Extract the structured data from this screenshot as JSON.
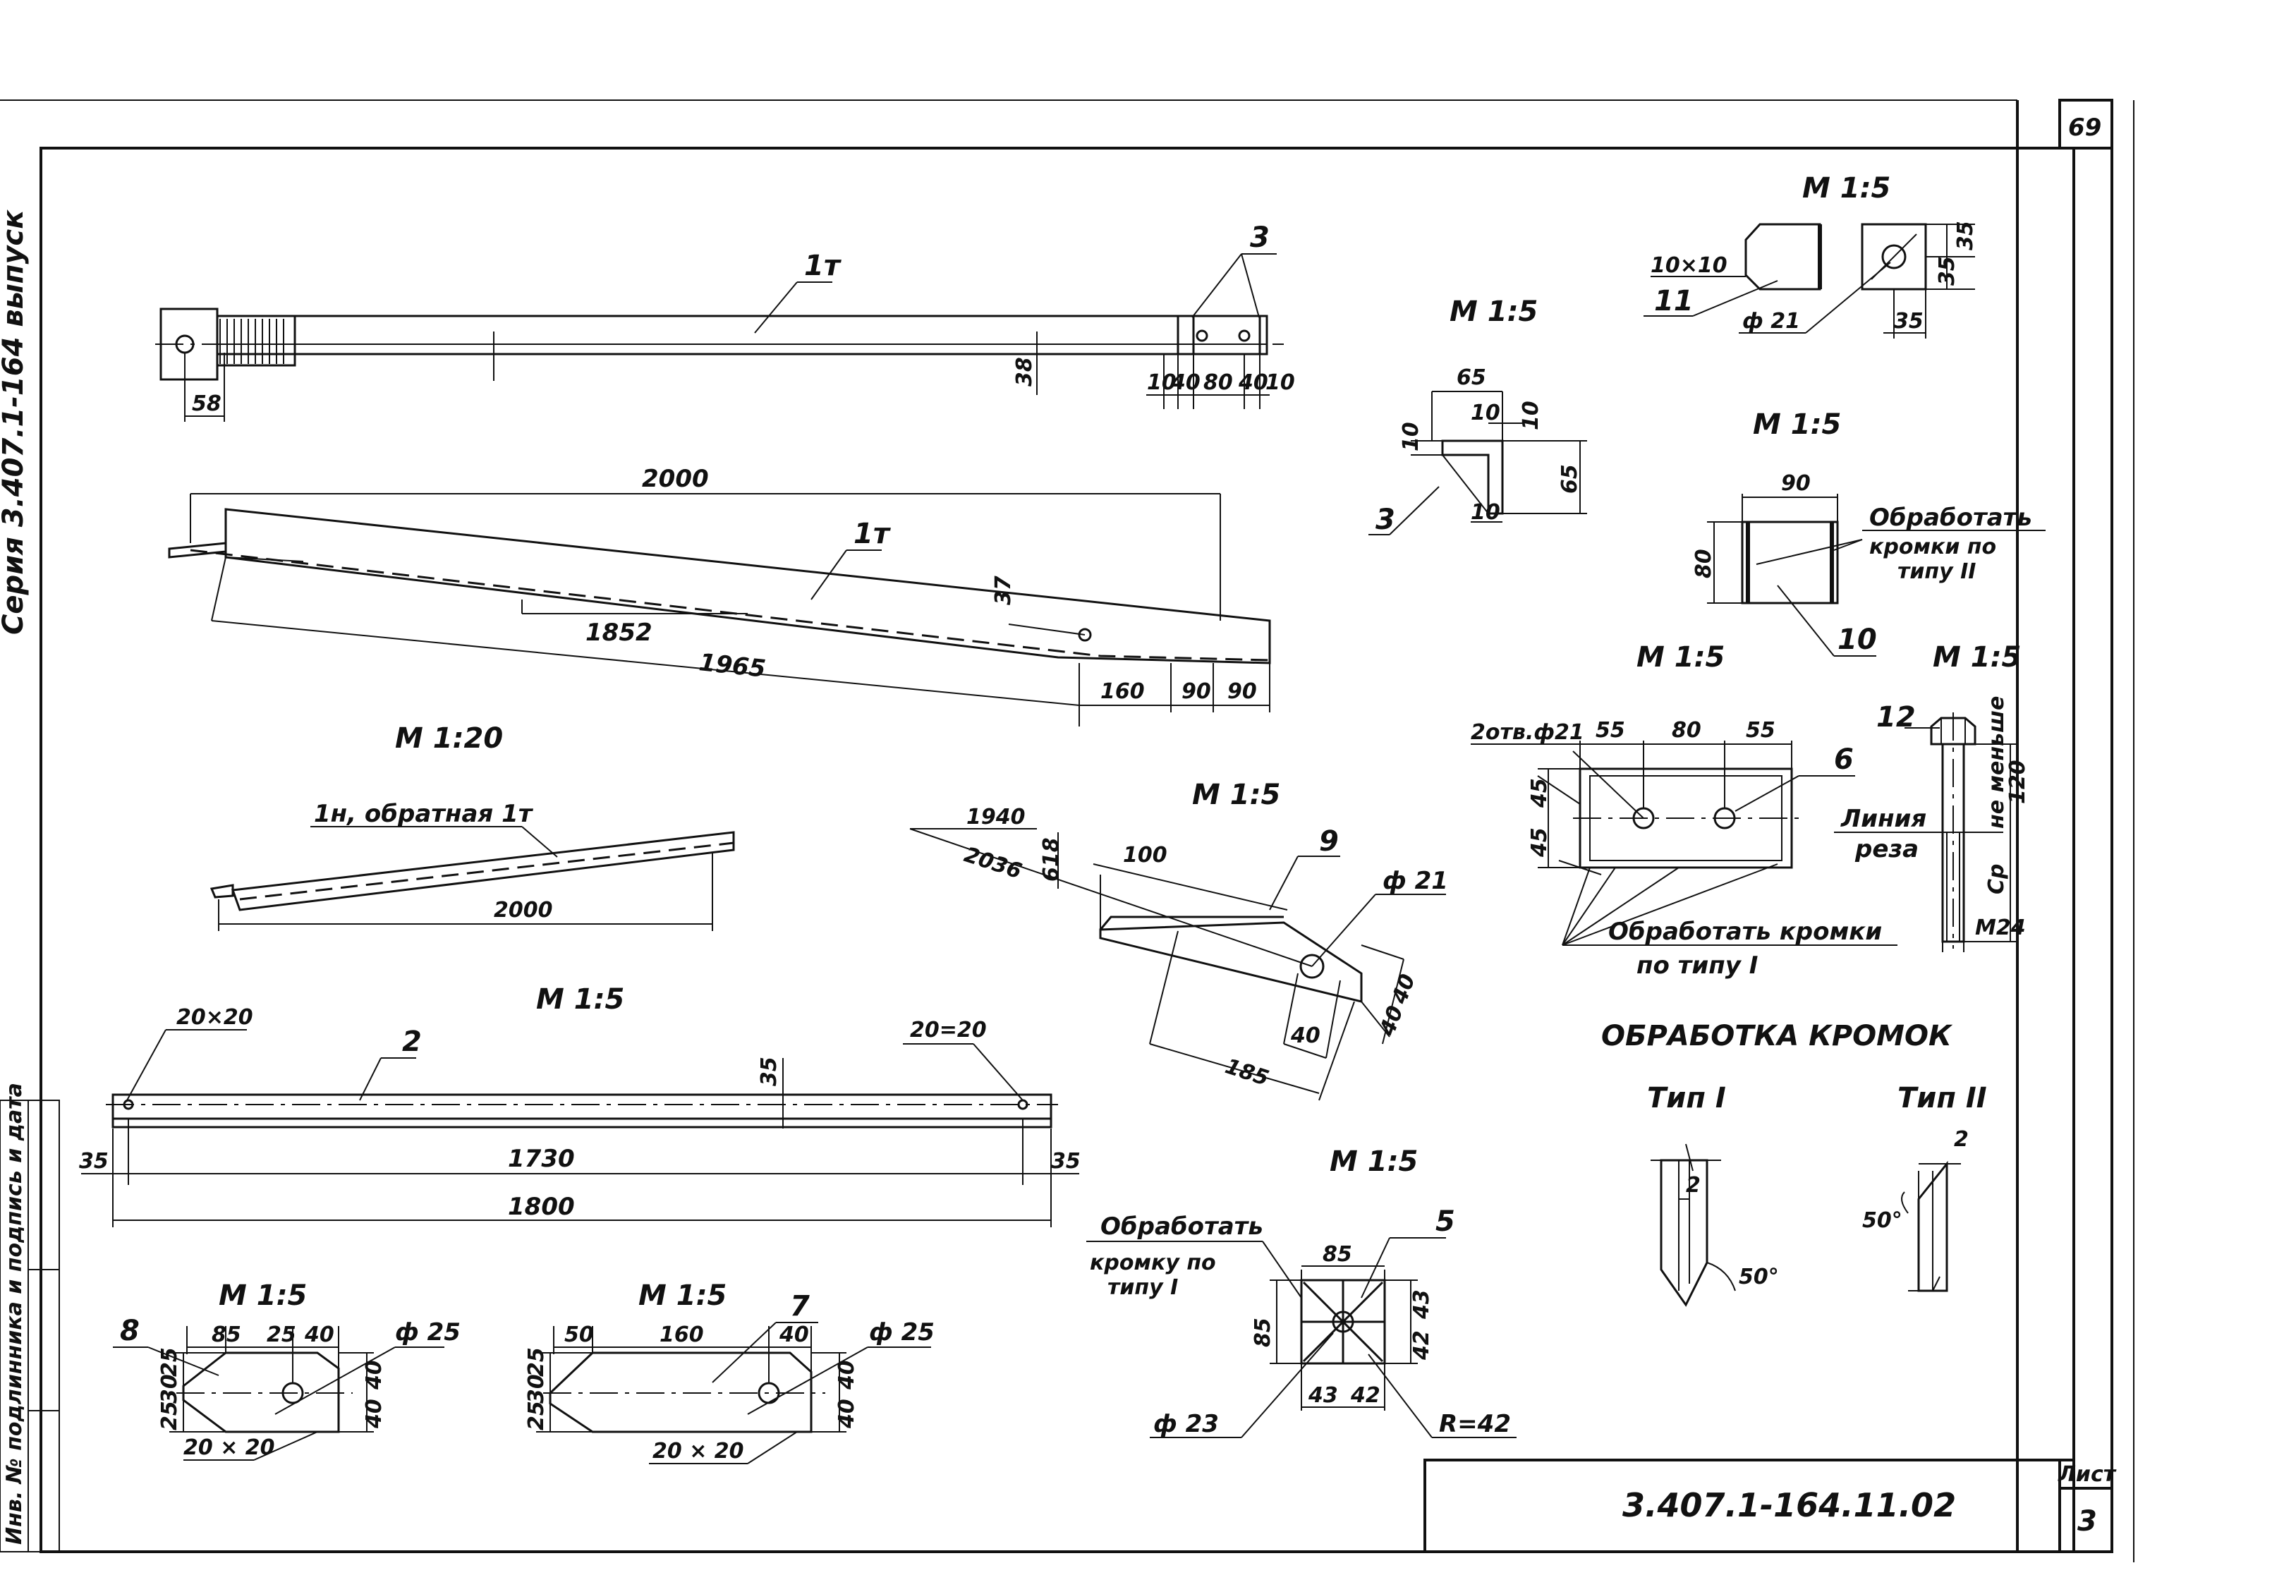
{
  "sheet": {
    "page_number": "69",
    "series_side": "Серия 3.407.1-164 выпуск",
    "inv_side": "Инв. № подлинника и подпись и дата",
    "code": "3.407.1-164.11.02",
    "list_label": "Лист",
    "list_number": "3"
  },
  "scales": {
    "m1_5": "М 1:5",
    "m1_20": "М 1:20"
  },
  "parts": {
    "p1t": "1т",
    "p1n": "1н, обратная 1т",
    "p2": "2",
    "p3": "3",
    "p5": "5",
    "p6": "6",
    "p7": "7",
    "p8": "8",
    "p9": "9",
    "p10": "10",
    "p11": "11",
    "p12": "12"
  },
  "dims": {
    "d58": "58",
    "d38": "38",
    "d10a": "10",
    "d40a": "40",
    "d80a": "80",
    "d40b": "40",
    "d10b": "10",
    "d2000": "2000",
    "d1852": "1852",
    "d1965": "1965",
    "d37": "37",
    "d160": "160",
    "d90a": "90",
    "d90b": "90",
    "d2000b": "2000",
    "d1940": "1940",
    "d2036": "2036",
    "d618": "618",
    "d100": "100",
    "phi21": "ф 21",
    "d40c": "40",
    "d40d": "40",
    "d40e": "40",
    "d185": "185",
    "c20a": "20×20",
    "c20b": "20=20",
    "d35a": "35",
    "d35b": "35",
    "d35c": "35",
    "d1730": "1730",
    "d1800": "1800",
    "d85": "85",
    "d25": "25",
    "d40f": "40",
    "phi25a": "ф 25",
    "d25b": "25",
    "d30": "30",
    "d25c": "25",
    "d40g": "40",
    "d40h": "40",
    "c20c": "20 × 20",
    "d50": "50",
    "d160b": "160",
    "d40i": "40",
    "phi25b": "ф 25",
    "d25d": "25",
    "d30b": "30",
    "d25e": "25",
    "d40j": "40",
    "d40k": "40",
    "c20d": "20 × 20",
    "d65a": "65",
    "d10c": "10",
    "d10d": "10",
    "d10e": "10",
    "d65b": "65",
    "d10f": "10",
    "c10x10": "10×10",
    "phi21b": "ф 21",
    "d35d": "35",
    "d35e": "35",
    "d35f": "35",
    "d90c": "90",
    "d80b": "80",
    "holes": "2отв.ф21",
    "d55a": "55",
    "d80c": "80",
    "d55b": "55",
    "d45a": "45",
    "d45b": "45",
    "d120": "120",
    "not_less": "не меньше",
    "sr": "Ср",
    "m24": "М24",
    "d85b": "85",
    "d85c": "85",
    "d43a": "43",
    "d42a": "42",
    "d43b": "43",
    "d42b": "42",
    "phi23": "ф 23",
    "r42": "R=42",
    "d2a": "2",
    "d2b": "2",
    "ang50a": "50°",
    "ang50b": "50°"
  },
  "notes": {
    "process_ii": "Обработать",
    "process_ii_2": "кромки по",
    "process_ii_3": "типу II",
    "process_i": "Обработать кромки",
    "process_i_2": "по типу I",
    "cut_line": "Линия",
    "cut_line_2": "реза",
    "process_5": "Обработать",
    "process_5_2": "кромку по",
    "process_5_3": "типу I",
    "edge_title": "ОБРАБОТКА КРОМОК",
    "type1": "Тип I",
    "type2": "Тип II"
  }
}
